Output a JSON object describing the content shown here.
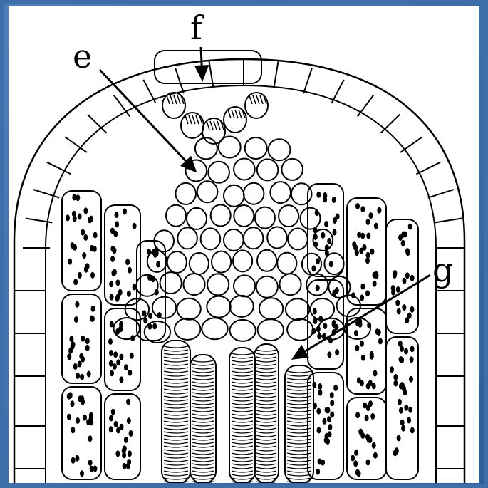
{
  "figure": {
    "labels": {
      "e": "e",
      "f": "f",
      "g": "g"
    },
    "colors": {
      "ink": "#000000",
      "paper": "#ffffff",
      "border": "#3f6fa8"
    }
  }
}
